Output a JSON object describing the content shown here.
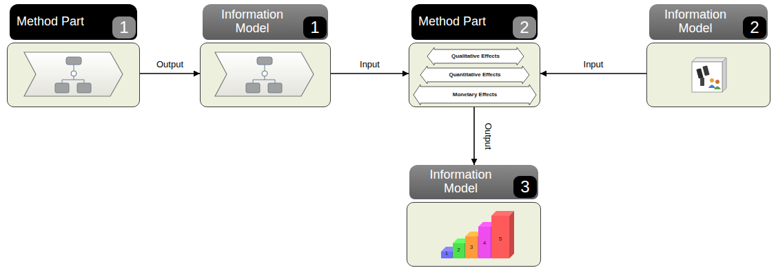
{
  "diagram": {
    "nodes": [
      {
        "text": [
          "Method Part",
          "1"
        ]
      },
      {
        "text": [
          "Information Model",
          "1"
        ]
      },
      {
        "text": [
          "Method Part",
          "2"
        ]
      },
      {
        "text": [
          "Qualitative Effects"
        ],
        "in": 2
      },
      {
        "text": [
          "Quantitative Effects"
        ],
        "in": 2
      },
      {
        "text": [
          "Monetary Effects"
        ],
        "in": 2
      },
      {
        "text": [
          "Information Model",
          "2"
        ]
      },
      {
        "text": [
          "Information Model",
          "3"
        ]
      }
    ],
    "edges": [
      {
        "from": 0,
        "to": 1,
        "arrow": "to",
        "label": "Output"
      },
      {
        "from": 1,
        "to": 2,
        "arrow": "to",
        "label": "Input"
      },
      {
        "from": 6,
        "to": 2,
        "arrow": "to",
        "label": "Input"
      },
      {
        "from": 2,
        "to": 7,
        "arrow": "to",
        "label": "Output"
      }
    ],
    "labels": [
      "1",
      "2",
      "3",
      "4",
      "5"
    ]
  }
}
